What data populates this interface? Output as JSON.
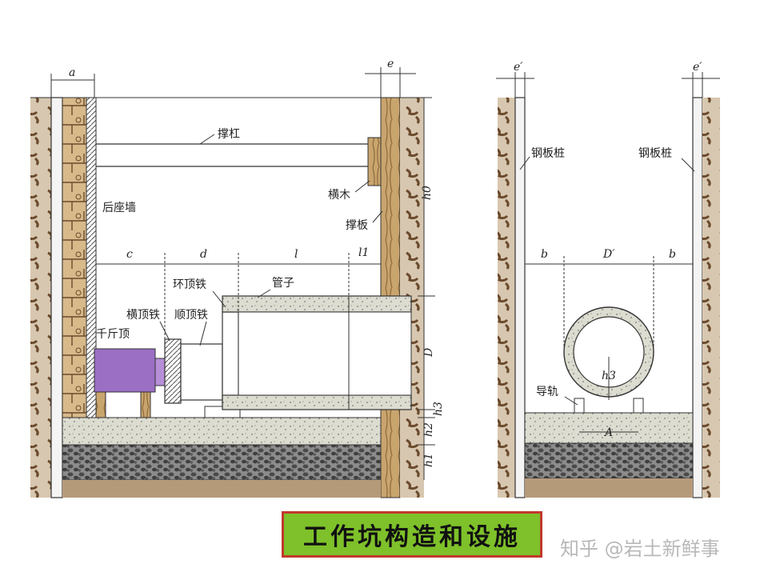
{
  "left_diagram": {
    "labels": {
      "strut": "撑杠",
      "back_wall": "后座墙",
      "cross_timber": "横木",
      "support_board": "撑板",
      "ring_jack_iron": "环顶铁",
      "pipe": "管子",
      "cross_jack_iron": "横顶铁",
      "long_jack_iron": "顺顶铁",
      "jack": "千斤顶"
    },
    "dimensions": {
      "a": "a",
      "e": "e",
      "c": "c",
      "d": "d",
      "l": "l",
      "l1": "l1",
      "h0": "h0",
      "D": "D",
      "h1": "h1",
      "h2": "h2",
      "h3": "h3"
    }
  },
  "right_diagram": {
    "labels": {
      "sheet_pile_left": "钢板桩",
      "sheet_pile_right": "钢板桩",
      "guide_rail": "导轨"
    },
    "dimensions": {
      "e_left": "e′",
      "e_right": "e′",
      "b_left": "b",
      "b_right": "b",
      "D_prime": "D′",
      "h3": "h3",
      "A": "A"
    }
  },
  "caption": "工作坑构造和设施",
  "watermark": "知乎 @岩土新鲜事",
  "colors": {
    "soil": "#8a6a4a",
    "timber": "#c9a56e",
    "concrete": "#dcdcd0",
    "gravel": "#5a5a5a",
    "jack": "#9b6fc4",
    "caption_bg": "#7ec12a",
    "caption_border": "#c0392b"
  }
}
